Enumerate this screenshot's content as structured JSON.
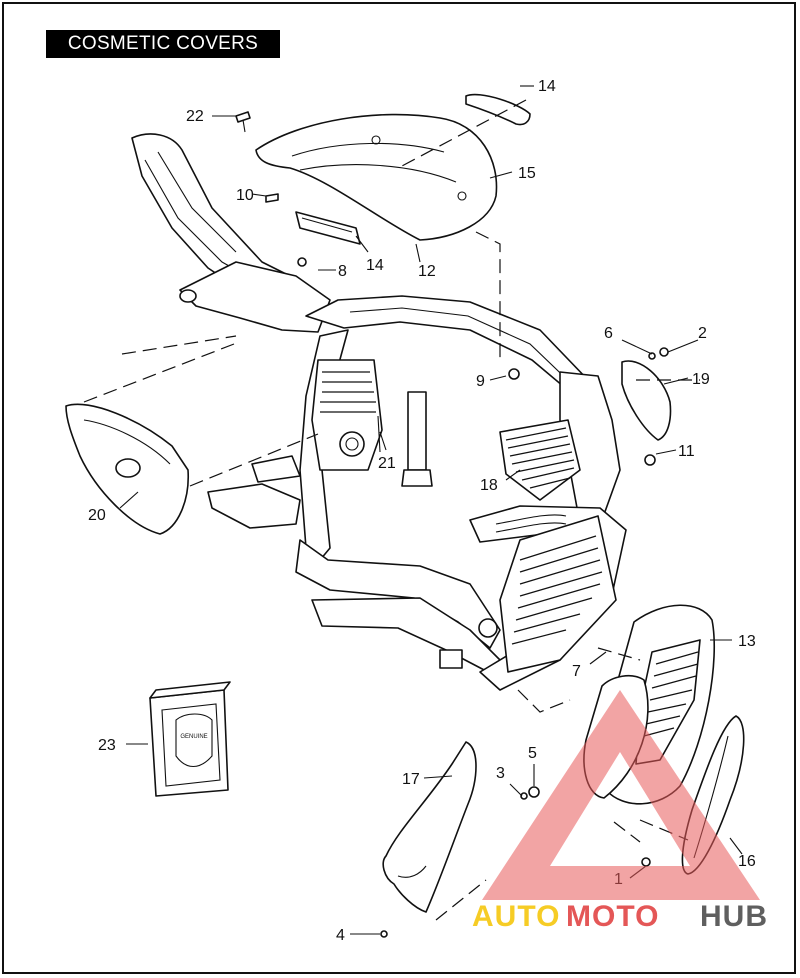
{
  "title": "COSMETIC COVERS",
  "callouts": {
    "c1": "1",
    "c2": "2",
    "c3": "3",
    "c4": "4",
    "c5": "5",
    "c6": "6",
    "c7": "7",
    "c8": "8",
    "c9": "9",
    "c10": "10",
    "c11": "11",
    "c12": "12",
    "c13": "13",
    "c14a": "14",
    "c14b": "14",
    "c15": "15",
    "c16": "16",
    "c17": "17",
    "c18": "18",
    "c19": "19",
    "c20": "20",
    "c21": "21",
    "c22": "22",
    "c23": "23"
  },
  "kit_label": "GENUINE",
  "watermark": {
    "part1": "AUTO",
    "part2": "MOTO",
    "part3": "HUB",
    "colors": {
      "auto": "#f5c400",
      "moto": "#e03a3a",
      "hub": "#444444",
      "triangle": "#e85a5a"
    }
  }
}
